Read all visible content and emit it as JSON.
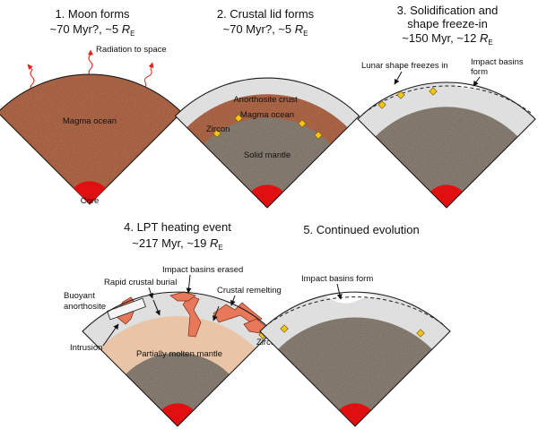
{
  "panels": [
    {
      "title1": "1. Moon forms",
      "title2a": "~70 Myr?, ~5 ",
      "R": "R",
      "E": "E"
    },
    {
      "title1": "2. Crustal lid forms",
      "title2a": "~70 Myr?, ~5 ",
      "R": "R",
      "E": "E"
    },
    {
      "title1": "3. Solidification and",
      "title1b": "shape freeze-in",
      "title2a": "~150 Myr, ~12 ",
      "R": "R",
      "E": "E"
    },
    {
      "title1": "4. LPT heating event",
      "title2a": "~217 Myr, ~19 ",
      "R": "R",
      "E": "E"
    },
    {
      "title1": "5. Continued evolution"
    }
  ],
  "labels": {
    "radiation": "Radiation to space",
    "magma_ocean": "Magma ocean",
    "core": "Core",
    "anorthosite_crust": "Anorthosite crust",
    "magma_ocean_2": "Magma ocean",
    "zircon": "Zircon",
    "solid_mantle": "Solid mantle",
    "shape_freezes": "Lunar shape freezes in",
    "impact_basins_form_1": "Impact basins",
    "impact_basins_form_2": "form",
    "impact_basins_erased": "Impact basins erased",
    "rapid_burial": "Rapid crustal burial",
    "crustal_remelting": "Crustal remelting",
    "buoyant_1": "Buoyant",
    "buoyant_2": "anorthosite",
    "intrusion": "Intrusion",
    "partially_molten": "Partially molten mantle",
    "zircon_4": "Zircon",
    "impact_basins_form_5": "Impact basins form"
  },
  "colors": {
    "magma": "#b46a4c",
    "crust": "#e4e4e4",
    "mantle": "#8c8277",
    "core": "#e01010",
    "zircon": "#f2c31b",
    "partial_melt": "#efc8a8",
    "radiation": "#e0261a",
    "intrusion": "#e8785a"
  }
}
